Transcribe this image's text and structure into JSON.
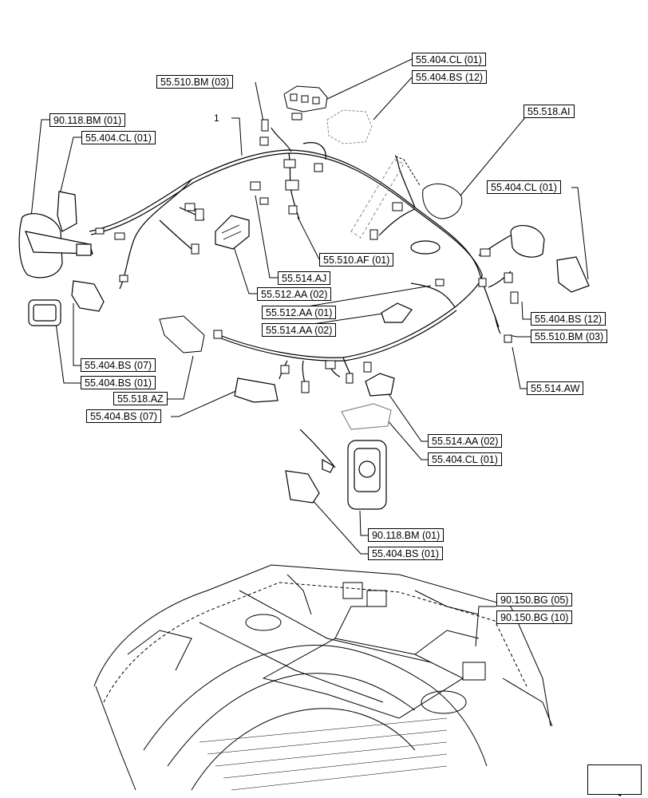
{
  "item_number": "1",
  "callouts": {
    "c01": "55.404.CL (01)",
    "c02": "55.404.BS (12)",
    "c03": "55.510.BM (03)",
    "c04": "90.118.BM (01)",
    "c05": "55.404.CL (01)",
    "c06": "55.518.AI",
    "c07": "55.404.CL (01)",
    "c08": "55.510.AF (01)",
    "c09": "55.514.AJ",
    "c10": "55.512.AA (02)",
    "c11": "55.512.AA (01)",
    "c12": "55.514.AA (02)",
    "c13": "55.404.BS (12)",
    "c14": "55.510.BM (03)",
    "c15": "55.404.BS (07)",
    "c16": "55.404.BS (01)",
    "c17": "55.518.AZ",
    "c18": "55.514.AW",
    "c19": "55.404.BS (07)",
    "c20": "55.514.AA (02)",
    "c21": "55.404.CL (01)",
    "c22": "90.118.BM (01)",
    "c23": "55.404.BS (01)",
    "c24": "90.150.BG (05)",
    "c25": "90.150.BG (10)"
  },
  "icons": {
    "navigation": "next-page-arrow-icon"
  }
}
